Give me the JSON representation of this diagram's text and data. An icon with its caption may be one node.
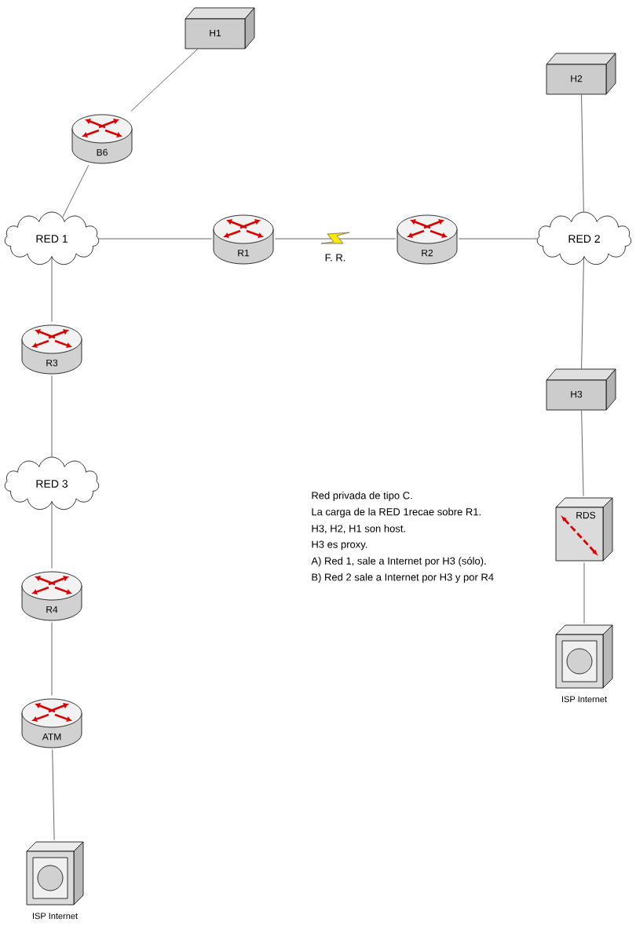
{
  "diagram": {
    "nodes": [
      {
        "text": [
          "H1"
        ]
      },
      {
        "text": [
          "B6"
        ]
      },
      {
        "text": [
          "RED 1"
        ]
      },
      {
        "text": [
          "R1"
        ]
      },
      {
        "text": [
          "R2"
        ]
      },
      {
        "text": [
          "RED 2"
        ]
      },
      {
        "text": [
          "H2"
        ]
      },
      {
        "text": [
          "R3"
        ]
      },
      {
        "text": [
          "RED 3"
        ]
      },
      {
        "text": [
          "H3"
        ]
      },
      {
        "text": [
          "RDS"
        ]
      },
      {
        "text": [
          "ISP Internet"
        ]
      },
      {
        "text": [
          "R4"
        ]
      },
      {
        "text": [
          "ATM"
        ]
      },
      {
        "text": [
          "ISP Internet"
        ]
      }
    ],
    "edges": [
      {
        "from": 0,
        "to": 1,
        "arrow": "none"
      },
      {
        "from": 1,
        "to": 2,
        "arrow": "none"
      },
      {
        "from": 2,
        "to": 3,
        "arrow": "none"
      },
      {
        "from": 3,
        "to": 4,
        "arrow": "none",
        "label": "F. R."
      },
      {
        "from": 4,
        "to": 5,
        "arrow": "none"
      },
      {
        "from": 6,
        "to": 5,
        "arrow": "none"
      },
      {
        "from": 2,
        "to": 7,
        "arrow": "none"
      },
      {
        "from": 7,
        "to": 8,
        "arrow": "none"
      },
      {
        "from": 5,
        "to": 9,
        "arrow": "none"
      },
      {
        "from": 9,
        "to": 10,
        "arrow": "none"
      },
      {
        "from": 10,
        "to": 11,
        "arrow": "none"
      },
      {
        "from": 8,
        "to": 12,
        "arrow": "none"
      },
      {
        "from": 12,
        "to": 13,
        "arrow": "none"
      },
      {
        "from": 13,
        "to": 14,
        "arrow": "none"
      }
    ],
    "labels": [
      "Red privada de tipo C.",
      "La carga de la RED 1recae sobre R1.",
      "H3, H2, H1 son host.",
      "H3 es proxy.",
      "A) Red 1, sale a Internet por H3 (sólo).",
      "B) Red 2 sale a Internet por H3 y por R4"
    ]
  }
}
